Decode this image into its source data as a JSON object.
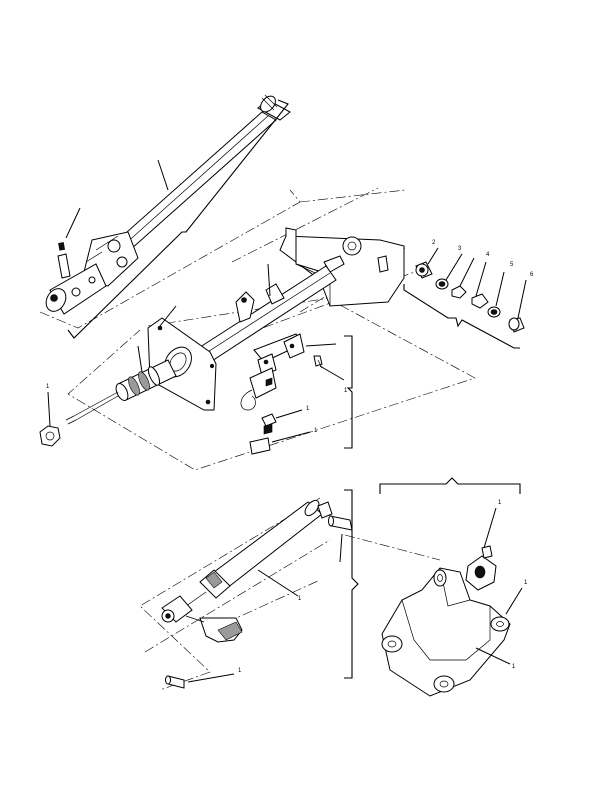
{
  "callouts": [
    {
      "id": "callout-nut-left",
      "text": "1"
    },
    {
      "id": "callout-spring-pin",
      "text": "2"
    },
    {
      "id": "callout-washer",
      "text": "3"
    },
    {
      "id": "callout-nut-right",
      "text": "4"
    },
    {
      "id": "callout-bearing",
      "text": "5"
    },
    {
      "id": "callout-cap",
      "text": "6"
    },
    {
      "id": "callout-switch-group",
      "text": "1"
    },
    {
      "id": "callout-screw-upper",
      "text": "1"
    },
    {
      "id": "callout-clip",
      "text": "1"
    },
    {
      "id": "callout-strut",
      "text": "1"
    },
    {
      "id": "callout-pin-lower",
      "text": "1"
    },
    {
      "id": "callout-bracket-top",
      "text": "1"
    },
    {
      "id": "callout-bracket-right",
      "text": "1"
    },
    {
      "id": "callout-bracket",
      "text": "1"
    }
  ]
}
